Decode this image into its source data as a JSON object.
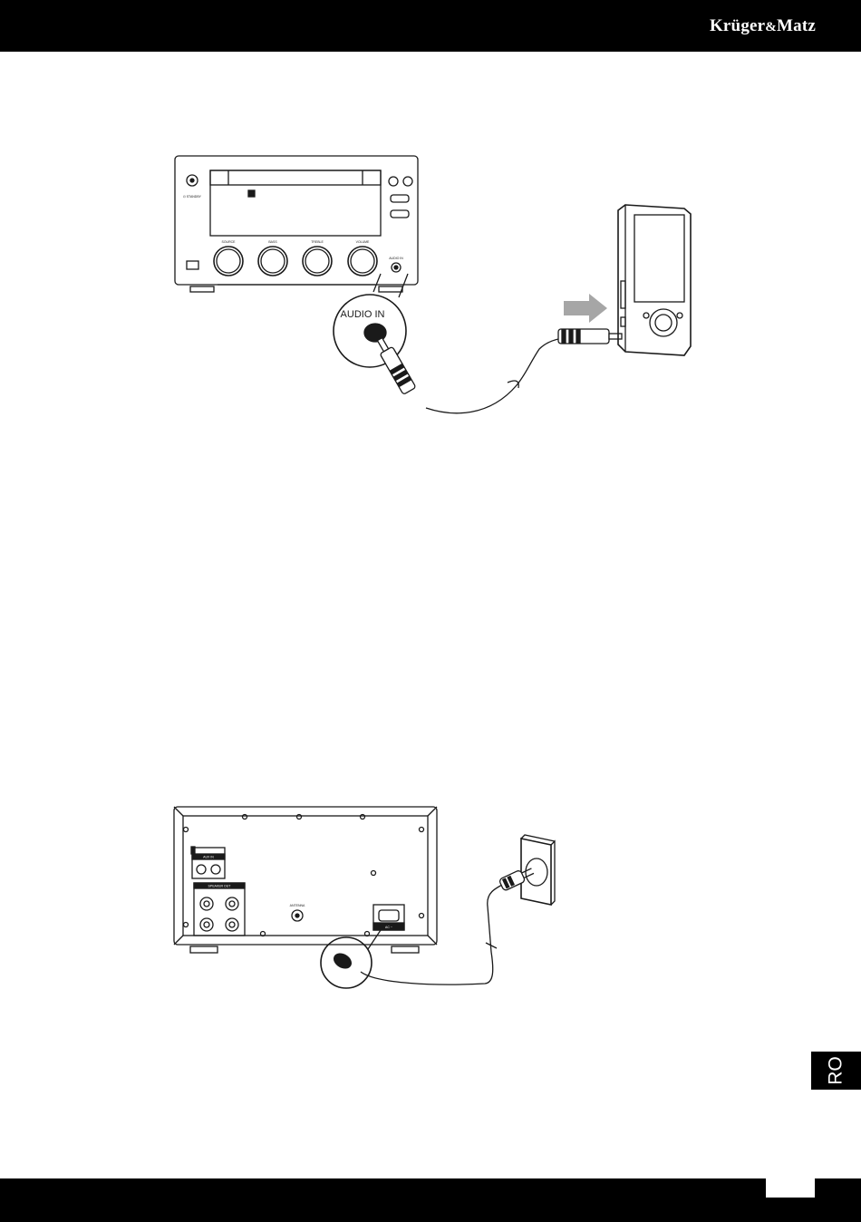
{
  "header": {
    "brand_main": "Krüger",
    "brand_amp": "&",
    "brand_end": "Matz"
  },
  "figure1": {
    "standby_label": "⏻ STANDBY",
    "source_label": "SOURCE",
    "bass_label": "BASS",
    "treble_label": "TREBLE",
    "volume_label": "VOLUME",
    "audio_in_small_label": "AUDIO IN",
    "audio_in_callout_label": "AUDIO IN"
  },
  "figure2": {
    "aux_in_label": "AUX IN",
    "speaker_out_label": "SPEAKER OUT",
    "antenna_label": "ANTENNA",
    "ac_label": "AC ~"
  },
  "sidebar": {
    "language": "RO"
  },
  "colors": {
    "bar": "#000000",
    "line": "#1a1a1a",
    "arrow": "#a6a6a6"
  }
}
